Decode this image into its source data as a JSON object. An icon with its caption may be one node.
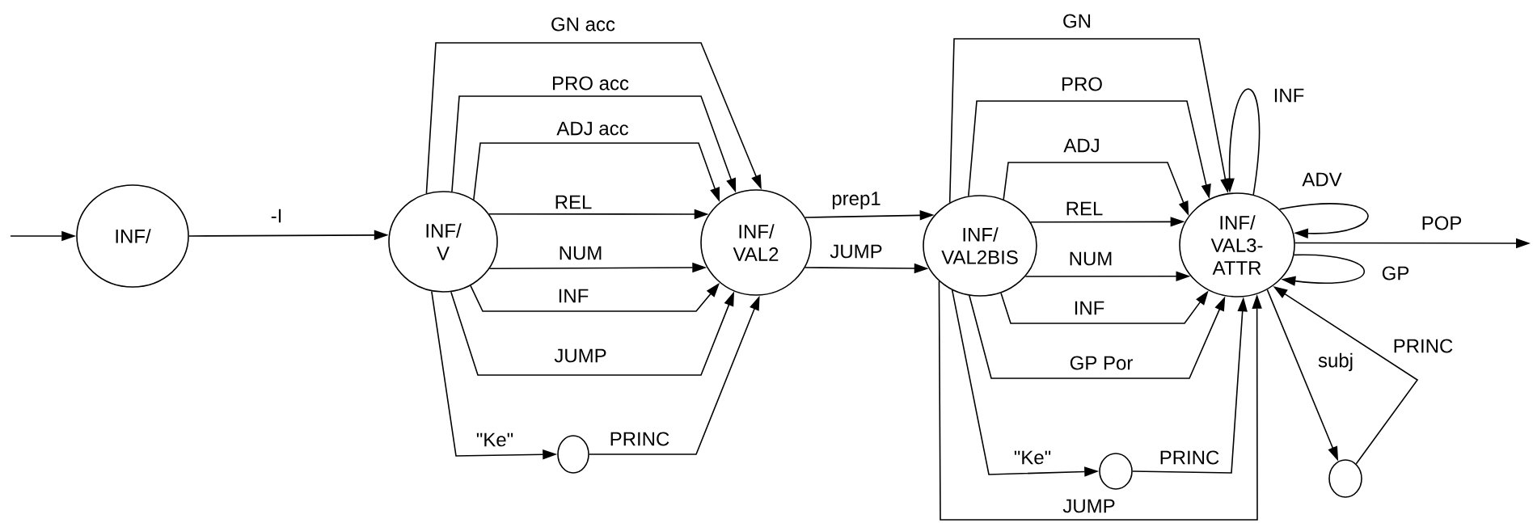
{
  "diagram": {
    "nodes": [
      {
        "text": [
          "INF/"
        ]
      },
      {
        "text": [
          "INF/ V"
        ]
      },
      {
        "text": [
          "INF/ VAL2"
        ]
      },
      {
        "text": [],
        "shape": "circle"
      },
      {
        "text": [
          "INF/ VAL2BIS"
        ]
      },
      {
        "text": [],
        "shape": "circle"
      },
      {
        "text": [
          "INF/ VAL3- ATTR"
        ]
      },
      {
        "text": [],
        "shape": "circle"
      }
    ],
    "edges": [
      {
        "from": null,
        "to": 0,
        "arrow": "to"
      },
      {
        "from": 0,
        "to": 1,
        "arrow": "to",
        "label": "-I"
      },
      {
        "from": 1,
        "to": 2,
        "arrow": "to",
        "label": "GN acc"
      },
      {
        "from": 1,
        "to": 2,
        "arrow": "to",
        "label": "PRO acc"
      },
      {
        "from": 1,
        "to": 2,
        "arrow": "to",
        "label": "ADJ acc"
      },
      {
        "from": 1,
        "to": 2,
        "arrow": "to",
        "label": "REL"
      },
      {
        "from": 1,
        "to": 2,
        "arrow": "to",
        "label": "NUM"
      },
      {
        "from": 1,
        "to": 2,
        "arrow": "to",
        "label": "INF"
      },
      {
        "from": 1,
        "to": 2,
        "arrow": "to",
        "label": "JUMP"
      },
      {
        "from": 1,
        "to": 3,
        "arrow": "to",
        "label": "\"Ke\""
      },
      {
        "from": 3,
        "to": 2,
        "arrow": "to",
        "label": "PRINC"
      },
      {
        "from": 2,
        "to": 4,
        "arrow": "to",
        "label": "prep1"
      },
      {
        "from": 2,
        "to": 4,
        "arrow": "to",
        "label": "JUMP"
      },
      {
        "from": 4,
        "to": 6,
        "arrow": "to",
        "label": "GN"
      },
      {
        "from": 4,
        "to": 6,
        "arrow": "to",
        "label": "PRO"
      },
      {
        "from": 4,
        "to": 6,
        "arrow": "to",
        "label": "ADJ"
      },
      {
        "from": 4,
        "to": 6,
        "arrow": "to",
        "label": "REL"
      },
      {
        "from": 4,
        "to": 6,
        "arrow": "to",
        "label": "NUM"
      },
      {
        "from": 4,
        "to": 6,
        "arrow": "to",
        "label": "INF"
      },
      {
        "from": 4,
        "to": 6,
        "arrow": "to",
        "label": "GP Por"
      },
      {
        "from": 4,
        "to": 5,
        "arrow": "to",
        "label": "\"Ke\""
      },
      {
        "from": 5,
        "to": 6,
        "arrow": "to",
        "label": "PRINC"
      },
      {
        "from": 4,
        "to": 6,
        "arrow": "to",
        "label": "JUMP"
      },
      {
        "from": 6,
        "to": 6,
        "arrow": "to",
        "label": "INF"
      },
      {
        "from": 6,
        "to": 6,
        "arrow": "to",
        "label": "ADV"
      },
      {
        "from": 6,
        "to": 6,
        "arrow": "to",
        "label": "GP"
      },
      {
        "from": 6,
        "to": null,
        "arrow": "to",
        "label": "POP"
      },
      {
        "from": 6,
        "to": 7,
        "arrow": "to",
        "label": "subj"
      },
      {
        "from": 7,
        "to": 6,
        "arrow": "to",
        "label": "PRINC"
      }
    ]
  }
}
